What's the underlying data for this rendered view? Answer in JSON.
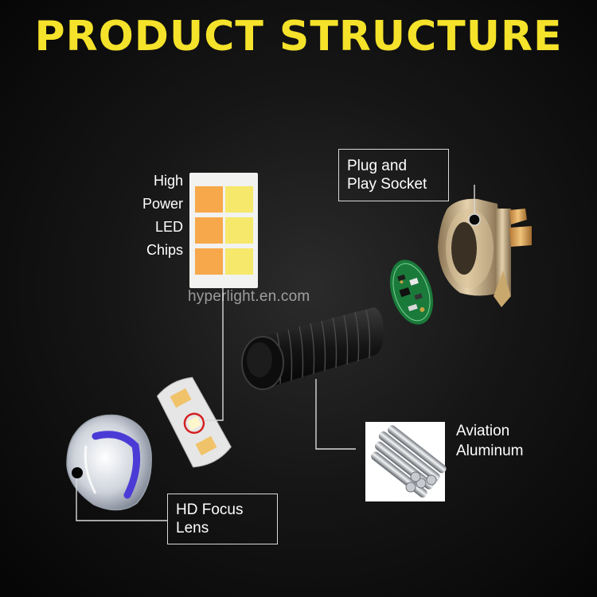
{
  "title": "PRODUCT STRUCTURE",
  "colors": {
    "accent": "#f5e22a",
    "chip_amber": "#f7a84a",
    "chip_yellow": "#f6e86a",
    "line": "#d9d9d9"
  },
  "chips_label": [
    "High",
    "Power",
    "LED",
    "Chips"
  ],
  "plug_label": [
    "Plug and",
    "Play Socket"
  ],
  "aluminum_label": [
    "Aviation",
    "Aluminum"
  ],
  "lens_label": [
    "HD Focus",
    "Lens"
  ],
  "watermark": "hyperlight.en.com"
}
